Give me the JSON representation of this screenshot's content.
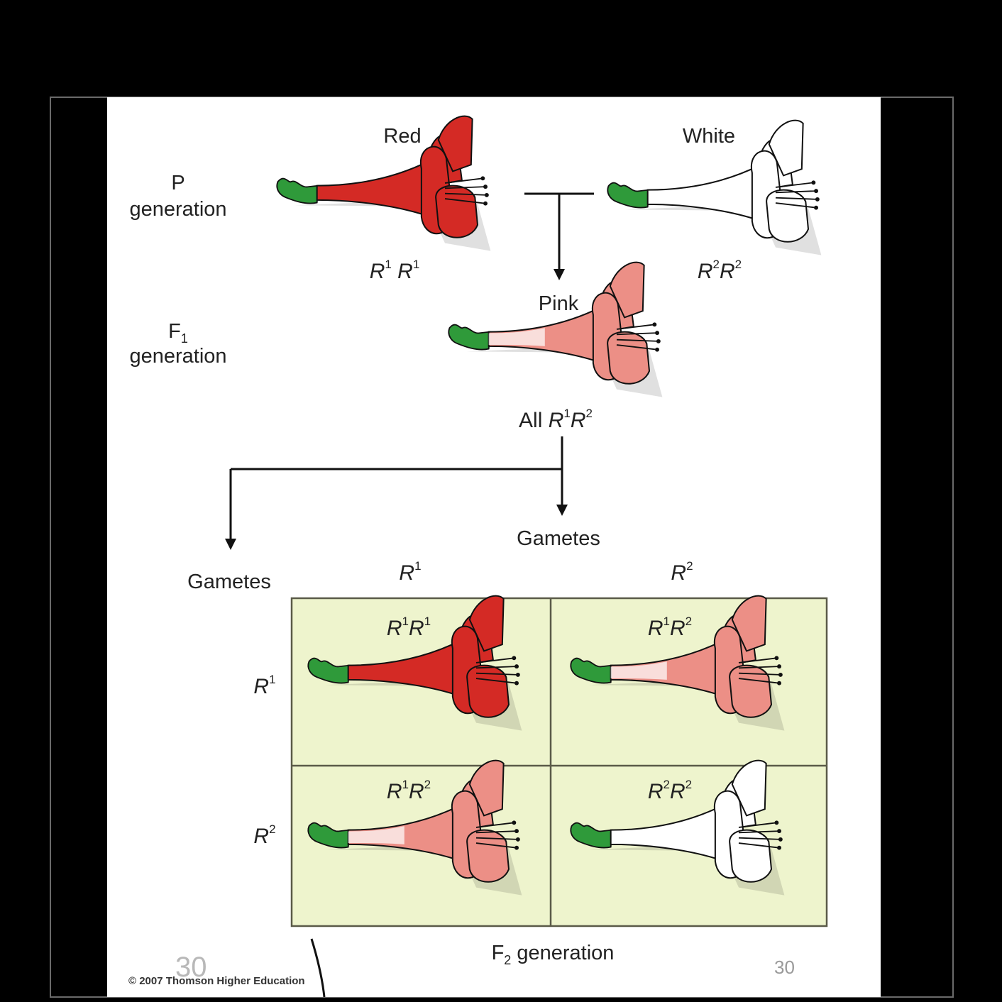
{
  "p_generation": {
    "label_line1": "P",
    "label_line2": "generation",
    "red_label": "Red",
    "white_label": "White",
    "red_genotype": {
      "base1": "R",
      "sup1": "1",
      "base2": "R",
      "sup2": "1"
    },
    "white_genotype": {
      "base1": "R",
      "sup1": "2",
      "base2": "R",
      "sup2": "2"
    }
  },
  "f1_generation": {
    "label_line1": "F",
    "label_sub": "1",
    "label_line2": "generation",
    "pink_label": "Pink",
    "all_prefix": "All",
    "genotype": {
      "base1": "R",
      "sup1": "1",
      "base2": "R",
      "sup2": "2"
    }
  },
  "gametes": {
    "top_label": "Gametes",
    "left_label": "Gametes",
    "columns": [
      {
        "base": "R",
        "sup": "1"
      },
      {
        "base": "R",
        "sup": "2"
      }
    ],
    "rows": [
      {
        "base": "R",
        "sup": "1"
      },
      {
        "base": "R",
        "sup": "2"
      }
    ]
  },
  "punnett": {
    "cells": [
      {
        "base1": "R",
        "sup1": "1",
        "base2": "R",
        "sup2": "1",
        "color": "red"
      },
      {
        "base1": "R",
        "sup1": "1",
        "base2": "R",
        "sup2": "2",
        "color": "pink"
      },
      {
        "base1": "R",
        "sup1": "1",
        "base2": "R",
        "sup2": "2",
        "color": "pink"
      },
      {
        "base1": "R",
        "sup1": "2",
        "base2": "R",
        "sup2": "2",
        "color": "white"
      }
    ],
    "background_color": "#eef4cd",
    "border_color": "#5a5a48"
  },
  "f2_generation": {
    "label_prefix": "F",
    "label_sub": "2",
    "label_rest": " generation"
  },
  "footer": {
    "copyright": "© 2007 Thomson Higher Education",
    "slide_number_left": "30",
    "slide_number_right": "30"
  },
  "colors": {
    "red": "#d42a25",
    "pink": "#ec8f86",
    "white": "#ffffff",
    "sepal_green": "#2f9a3a"
  }
}
